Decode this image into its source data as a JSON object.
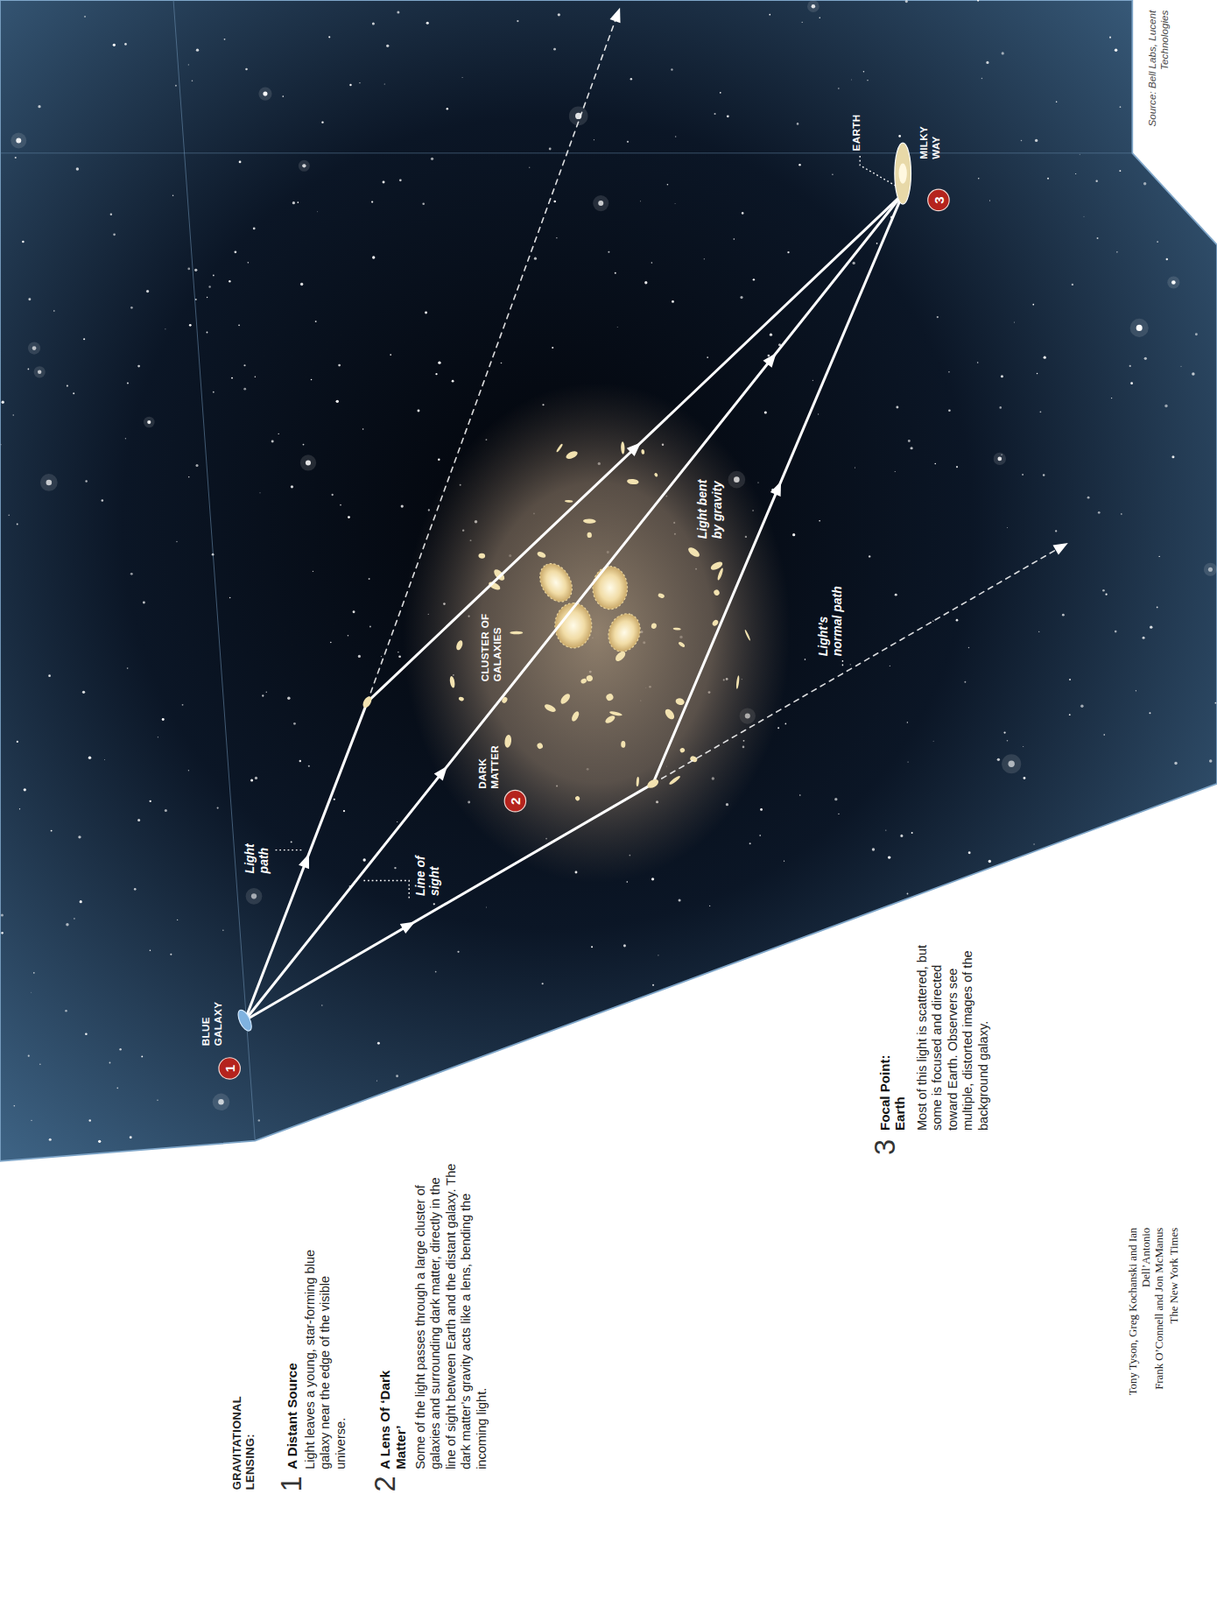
{
  "diagram": {
    "title": "GRAVITATIONAL LENSING:",
    "labels": [
      "1",
      "A Distant Source",
      "Light leaves a young, star-forming blue galaxy near the edge of the visible universe.",
      "2",
      "A Lens Of ‘Dark Matter’",
      "Some of the light passes through a large cluster of galaxies and surrounding dark matter, directly in the line of sight between Earth and the distant galaxy. The dark matter’s gravity acts like a lens, bending the incoming light.",
      "3",
      "Focal Point: Earth",
      "Most of this light is scattered, but some is focused and directed toward Earth. Observers see multiple, distorted images of the background galaxy.",
      "BLUE GALAXY",
      "1",
      "Light path",
      "Line of sight",
      "DARK MATTER",
      "2",
      "CLUSTER OF GALAXIES",
      "Light bent by gravity",
      "Light’s normal path",
      "EARTH",
      "MILKY WAY",
      "3",
      "Source: Bell Labs, Lucent Technologies",
      "Tony Tyson, Greg Kochanski and Ian Dell’Antonio",
      "Frank O’Connell and Jon McManus",
      "The New York Times"
    ]
  }
}
